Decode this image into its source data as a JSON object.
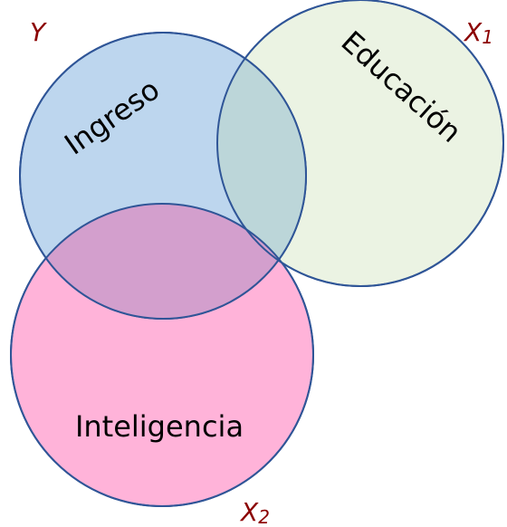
{
  "diagram": {
    "type": "venn",
    "sets": [
      {
        "key": "ingreso",
        "label": "Ingreso",
        "variable": "Y",
        "subscript": "",
        "fill": "#bdd6ee",
        "stroke": "#2f5597"
      },
      {
        "key": "educacion",
        "label": "Educación",
        "variable": "X",
        "subscript": "1",
        "fill": "#ebf3e3",
        "stroke": "#2f5597"
      },
      {
        "key": "inteligencia",
        "label": "Inteligencia",
        "variable": "X",
        "subscript": "2",
        "fill": "#ffb3d9",
        "stroke": "#2f5597"
      }
    ],
    "overlap_colors": {
      "ingreso_educacion": "#bcd6d9",
      "ingreso_inteligencia": "#d39fcd"
    },
    "variable_label_color": "#8b0000"
  }
}
